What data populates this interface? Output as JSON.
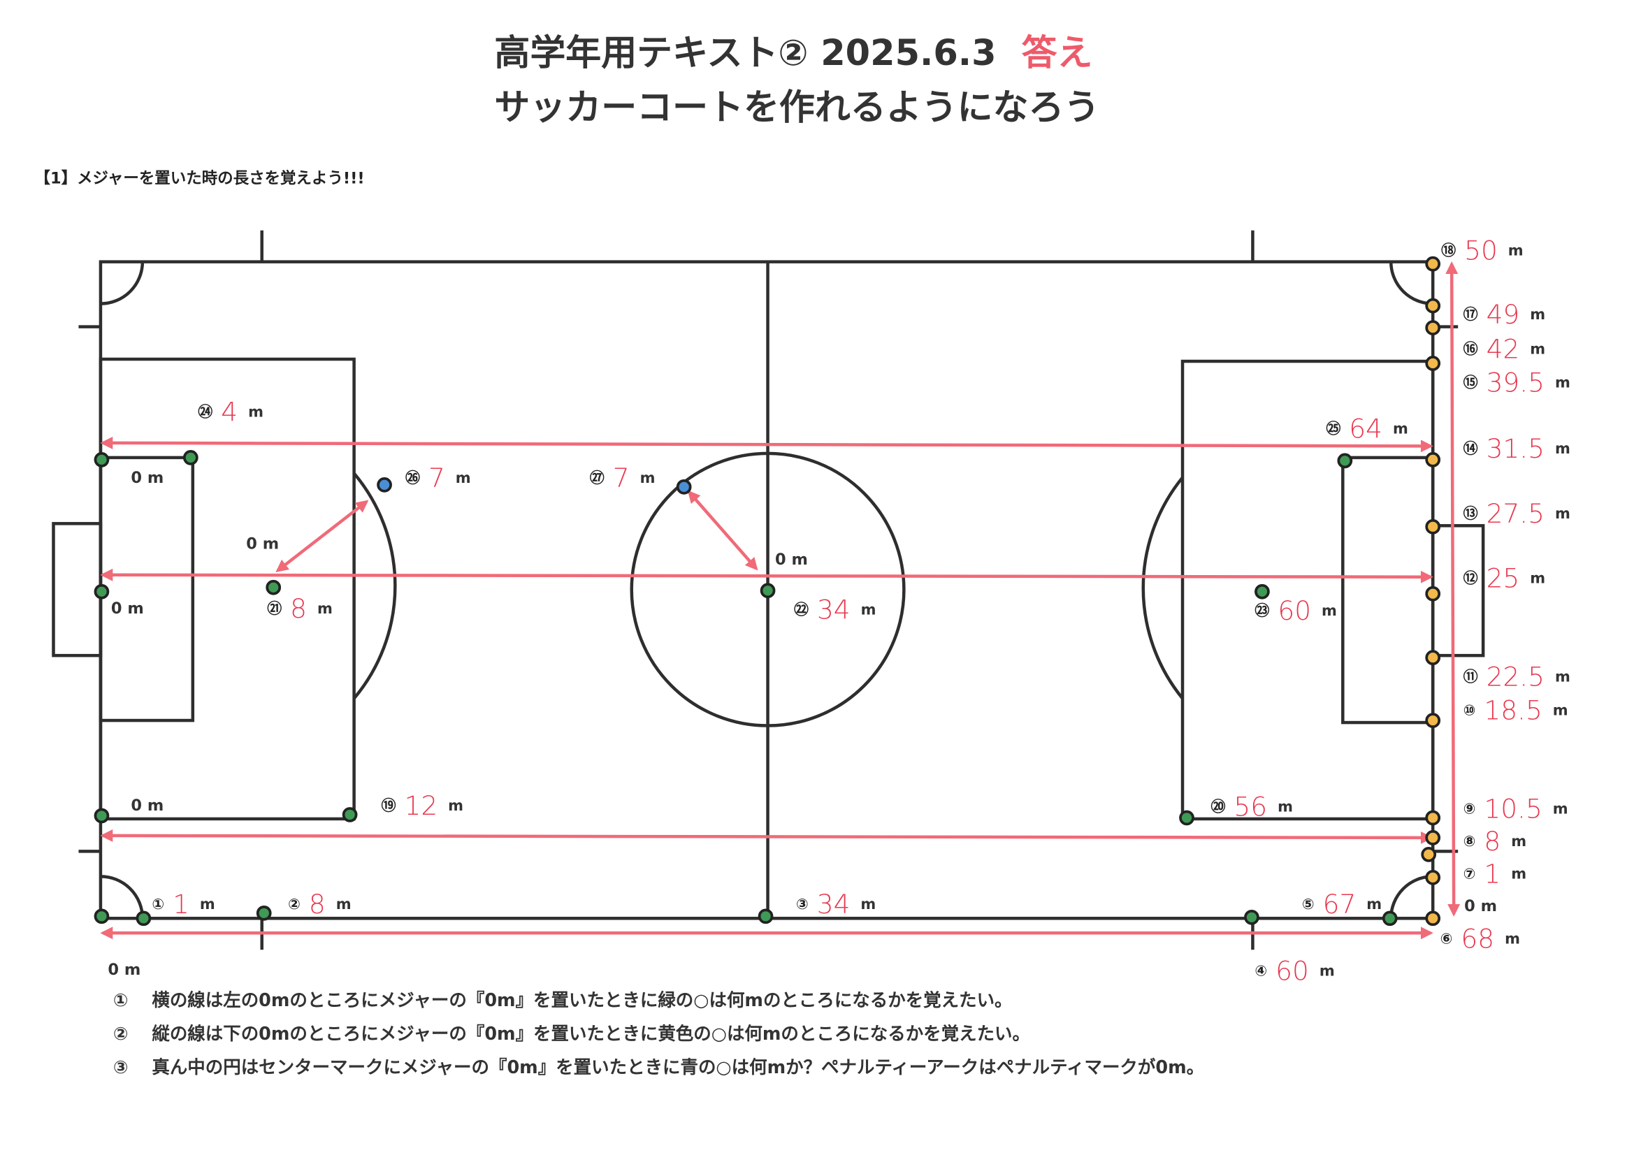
{
  "title": {
    "line1": "高学年用テキスト② 2025.6.3",
    "answer": "答え",
    "line2": "サッカーコートを作れるようになろう"
  },
  "section_heading": "【1】メジャーを置いた時の長さを覚えよう!!!",
  "zero_label": "0 m",
  "colors": {
    "green": "#3f9a55",
    "yellow": "#f2b84b",
    "blue": "#4a8fd6",
    "arrow": "#f06a78",
    "handwriting": "#e8384f"
  },
  "labels": [
    {
      "num": "①",
      "value": "1",
      "unit": "m"
    },
    {
      "num": "②",
      "value": "8",
      "unit": "m"
    },
    {
      "num": "③",
      "value": "34",
      "unit": "m"
    },
    {
      "num": "④",
      "value": "60",
      "unit": "m"
    },
    {
      "num": "⑤",
      "value": "67",
      "unit": "m"
    },
    {
      "num": "⑥",
      "value": "68",
      "unit": "m"
    },
    {
      "num": "⑦",
      "value": "1",
      "unit": "m"
    },
    {
      "num": "⑧",
      "value": "8",
      "unit": "m"
    },
    {
      "num": "⑨",
      "value": "10.5",
      "unit": "m"
    },
    {
      "num": "⑩",
      "value": "18.5",
      "unit": "m"
    },
    {
      "num": "⑪",
      "value": "22.5",
      "unit": "m"
    },
    {
      "num": "⑫",
      "value": "25",
      "unit": "m"
    },
    {
      "num": "⑬",
      "value": "27.5",
      "unit": "m"
    },
    {
      "num": "⑭",
      "value": "31.5",
      "unit": "m"
    },
    {
      "num": "⑮",
      "value": "39.5",
      "unit": "m"
    },
    {
      "num": "⑯",
      "value": "42",
      "unit": "m"
    },
    {
      "num": "⑰",
      "value": "49",
      "unit": "m"
    },
    {
      "num": "⑱",
      "value": "50",
      "unit": "m"
    },
    {
      "num": "⑲",
      "value": "12",
      "unit": "m"
    },
    {
      "num": "⑳",
      "value": "56",
      "unit": "m"
    },
    {
      "num": "㉑",
      "value": "8",
      "unit": "m"
    },
    {
      "num": "㉒",
      "value": "34",
      "unit": "m"
    },
    {
      "num": "㉓",
      "value": "60",
      "unit": "m"
    },
    {
      "num": "㉔",
      "value": "4",
      "unit": "m"
    },
    {
      "num": "㉕",
      "value": "64",
      "unit": "m"
    },
    {
      "num": "㉖",
      "value": "7",
      "unit": "m"
    },
    {
      "num": "㉗",
      "value": "7",
      "unit": "m"
    }
  ],
  "notes": [
    {
      "num": "①",
      "text": "横の線は左の0mのところにメジャーの『0m』を置いたときに緑の○は何mのところになるかを覚えたい。"
    },
    {
      "num": "②",
      "text": "縦の線は下の0mのところにメジャーの『0m』を置いたときに黄色の○は何mのところになるかを覚えたい。"
    },
    {
      "num": "③",
      "text": "真ん中の円はセンターマークにメジャーの『0m』を置いたときに青の○は何mか？ペナルティーアークはペナルティマークが0m。"
    }
  ]
}
